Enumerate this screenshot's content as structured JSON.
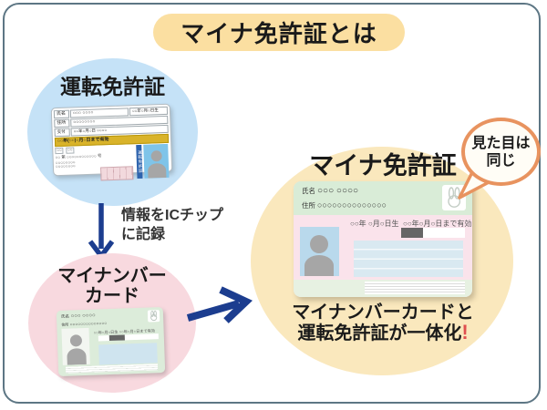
{
  "title": "マイナ免許証とは",
  "license_section": {
    "label": "運転免許証",
    "card": {
      "name_label": "氏名",
      "name_value": "○○○ ○○○○",
      "birth": "○○年○月○日生",
      "addr_label": "住所",
      "addr_value": "○○○○○○○○",
      "issue_label": "交付",
      "issue_value": "○○年○月○日 ○○○○",
      "valid_band": "○○年(○○)○月○日まで有効",
      "cond1": "○○",
      "cond2": "○○",
      "number_row": "○○ 第 ○○○○○○○○○○○○ 号",
      "bottom_row1": "○○○○○○○○",
      "bottom_row2": "○○○○○○○○",
      "vertical_label": "運転免許証"
    }
  },
  "flow_note": {
    "line1": "情報をICチップ",
    "line2": "に記録"
  },
  "mynumber_section": {
    "label_line1": "マイナンバー",
    "label_line2": "カード",
    "card": {
      "name_label": "氏名",
      "name_value": "○○○ ○○○○",
      "addr_label": "住所",
      "addr_value": "○○○○○○○○○○○○○○",
      "birth_valid": "○○年○月○日生  ○○年○月○日まで有効"
    }
  },
  "maina_section": {
    "label": "マイナ免許証",
    "bubble": {
      "line1": "見た目は",
      "line2": "同じ"
    },
    "card": {
      "name_label": "氏名",
      "name_value": "○○○  ○○○○",
      "addr_label": "住所",
      "addr_value": "○○○○○○○○○○○○○○",
      "birth": "○○年 ○月○日生",
      "valid": "○○年○月○日まで有効"
    },
    "caption_line1": "マイナンバーカードと",
    "caption_line2": "運転免許証が一体化",
    "caption_mark": "!"
  },
  "colors": {
    "frame_border": "#5d7684",
    "title_pill": "#fbdfa1",
    "circle_blue": "#c5e2f7",
    "circle_pink": "#f8d9df",
    "circle_yellow": "#fae8bd",
    "arrow_navy": "#1c3d8f",
    "bubble_border": "#e8935f",
    "exclaim_red": "#e04f4f"
  }
}
